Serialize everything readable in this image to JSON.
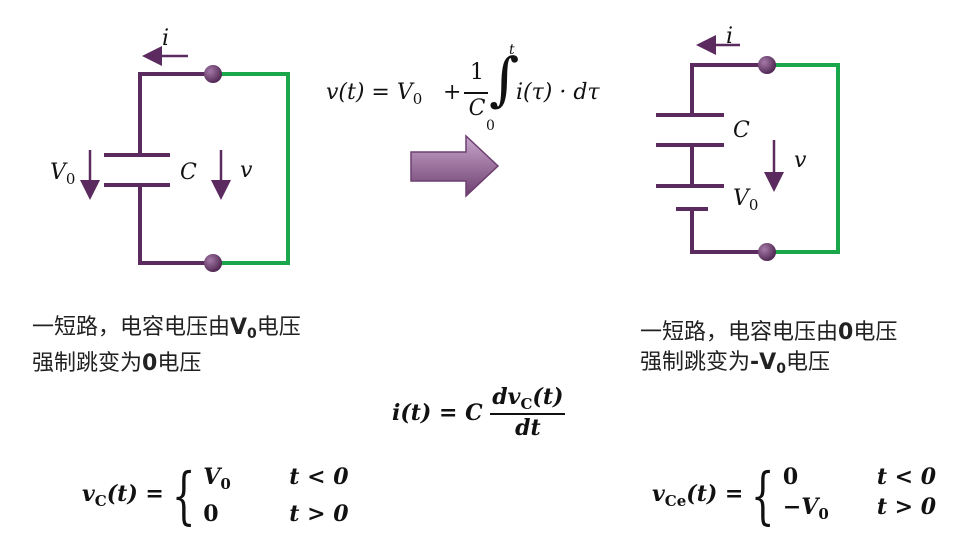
{
  "left_circuit": {
    "current_label": "i",
    "voltage_source_label": "V",
    "voltage_source_sub": "0",
    "capacitor_label": "C",
    "voltage_label": "v"
  },
  "right_circuit": {
    "current_label": "i",
    "capacitor_label": "C",
    "voltage_label": "v",
    "voltage_source_label": "V",
    "voltage_source_sub": "0"
  },
  "formula_integral": {
    "lhs": "v(t) = V",
    "lhs_sub": "0",
    "plus": "+",
    "frac_num": "1",
    "frac_den": "C",
    "upper": "t",
    "lower": "0",
    "integrand": "i(τ) · dτ"
  },
  "caption_left": {
    "line1_a": "一短路，电容电压由",
    "line1_v": "V",
    "line1_sub": "0",
    "line1_b": "电压",
    "line2_a": "强制跳变为",
    "line2_bold": "0",
    "line2_b": "电压"
  },
  "caption_right": {
    "line1_a": "一短路，电容电压由",
    "line1_bold": "0",
    "line1_b": "电压",
    "line2_a": "强制跳变为",
    "line2_neg": "-V",
    "line2_sub": "0",
    "line2_b": "电压"
  },
  "formula_current": {
    "lhs": "i(t) = C",
    "num_a": "dv",
    "num_sub": "C",
    "num_b": "(t)",
    "den": "dt"
  },
  "formula_left_cases": {
    "lhs": "v",
    "lhs_sub": "C",
    "lhs_b": "(t) =",
    "row1_val": "V",
    "row1_sub": "0",
    "row1_cond": "t < 0",
    "row2_val": "0",
    "row2_cond": "t > 0"
  },
  "formula_right_cases": {
    "lhs": "v",
    "lhs_sub": "Ce",
    "lhs_b": "(t) =",
    "row1_val": "0",
    "row1_cond": "t < 0",
    "row2_val": "−V",
    "row2_sub": "0",
    "row2_cond": "t > 0"
  },
  "colors": {
    "wire": "#5b2a5e",
    "short": "#1aa64a",
    "arrow_light": "#c9a8cc",
    "arrow_dark": "#6d3f70"
  }
}
